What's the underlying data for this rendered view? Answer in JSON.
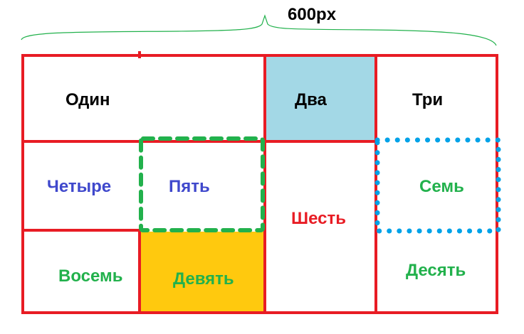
{
  "width_label": "600px",
  "cells": {
    "one": {
      "label": "Один",
      "color": "#000000"
    },
    "two": {
      "label": "Два",
      "color": "#000000",
      "fill": "#a3d8e6"
    },
    "three": {
      "label": "Три",
      "color": "#000000"
    },
    "four": {
      "label": "Четыре",
      "color": "#3f48cc"
    },
    "five": {
      "label": "Пять",
      "color": "#3f48cc"
    },
    "six": {
      "label": "Шесть",
      "color": "#e81c24"
    },
    "seven": {
      "label": "Семь",
      "color": "#22b14c"
    },
    "eight": {
      "label": "Восемь",
      "color": "#22b14c"
    },
    "nine": {
      "label": "Девять",
      "color": "#22b14c",
      "fill": "#ffc90e"
    },
    "ten": {
      "label": "Десять",
      "color": "#22b14c"
    }
  },
  "colors": {
    "grid_line": "#e81c24",
    "brace": "#22b14c",
    "dashed_outline": "#22b14c",
    "dotted_outline": "#00a2e8"
  }
}
